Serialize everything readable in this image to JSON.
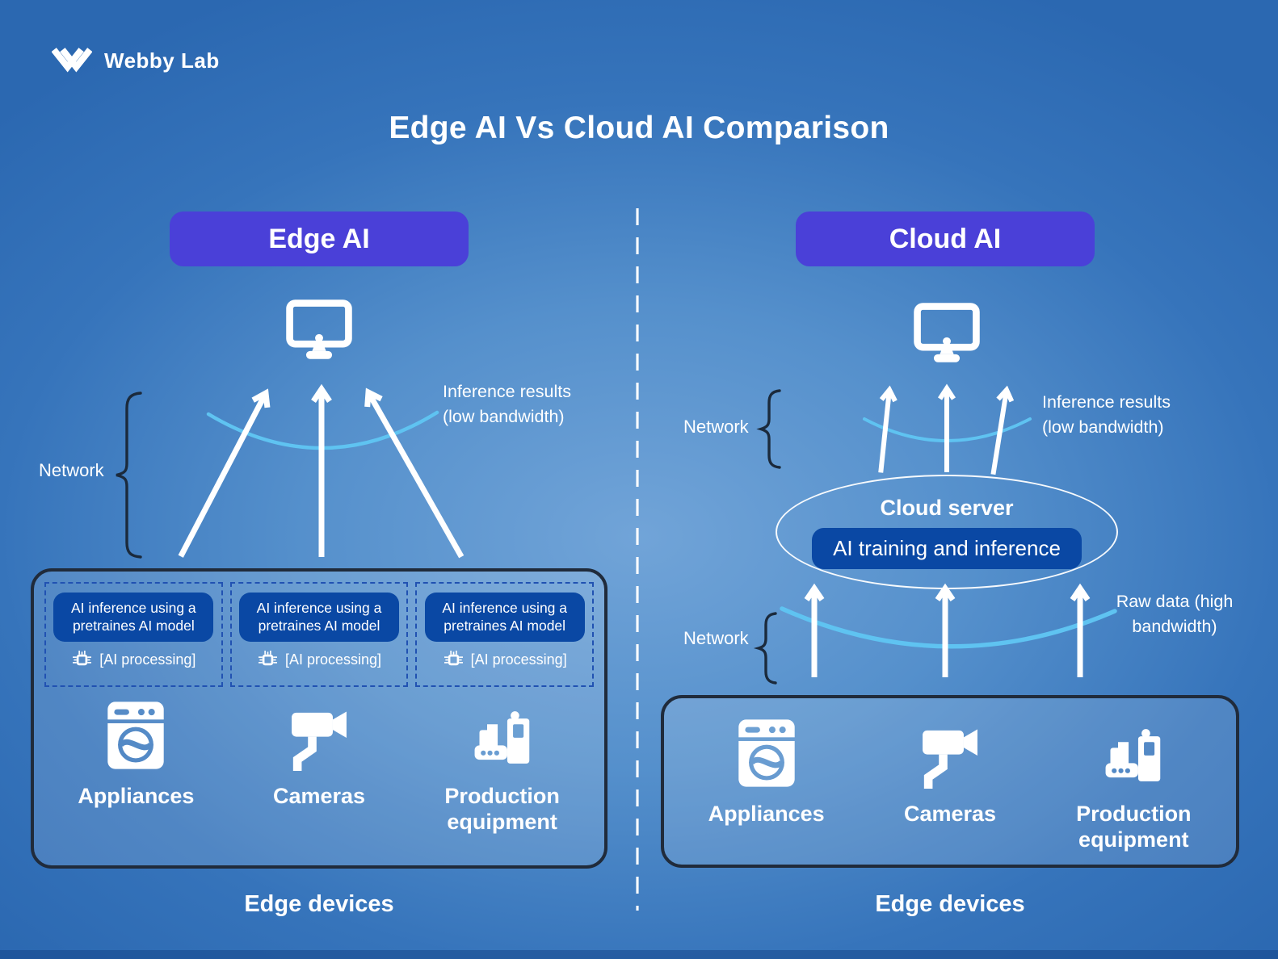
{
  "brand": {
    "name": "Webby Lab"
  },
  "title": "Edge AI Vs Cloud AI Comparison",
  "edge": {
    "badge": "Edge AI",
    "network_label": "Network",
    "note": {
      "line1": "Inference results",
      "line2": "(low bandwidth)"
    },
    "inference_boxes": [
      {
        "model": "AI inference using a pretraines AI model",
        "processing": "[AI processing]"
      },
      {
        "model": "AI inference using a pretraines AI model",
        "processing": "[AI processing]"
      },
      {
        "model": "AI inference using a pretraines AI model",
        "processing": "[AI processing]"
      }
    ],
    "devices": [
      {
        "label": "Appliances"
      },
      {
        "label": "Cameras"
      },
      {
        "label": "Production equipment"
      }
    ],
    "footer": "Edge devices"
  },
  "cloud": {
    "badge": "Cloud AI",
    "network_top_label": "Network",
    "network_bottom_label": "Network",
    "note_top": {
      "line1": "Inference results",
      "line2": "(low bandwidth)"
    },
    "note_bottom": {
      "line1": "Raw data (high",
      "line2": "bandwidth)"
    },
    "server": {
      "title": "Cloud server",
      "pill": "AI training and inference"
    },
    "devices": [
      {
        "label": "Appliances"
      },
      {
        "label": "Cameras"
      },
      {
        "label": "Production equipment"
      }
    ],
    "footer": "Edge devices"
  },
  "icons": {
    "logo": "webbylab-w-icon",
    "monitor": "monitor-icon",
    "appliances": "washing-machine-icon",
    "cameras": "cctv-camera-icon",
    "production": "production-equipment-icon",
    "processing": "cpu-chip-icon"
  },
  "colors": {
    "badge_purple": "#4a40d8",
    "pill_blue": "#0a48a4",
    "arc_cyan": "#5fc3f1",
    "box_border_navy": "#202b3b",
    "dashed_blue": "#2152b2",
    "background_center": "#71a4d8",
    "background_edge": "#2b68b1",
    "text": "#ffffff"
  }
}
